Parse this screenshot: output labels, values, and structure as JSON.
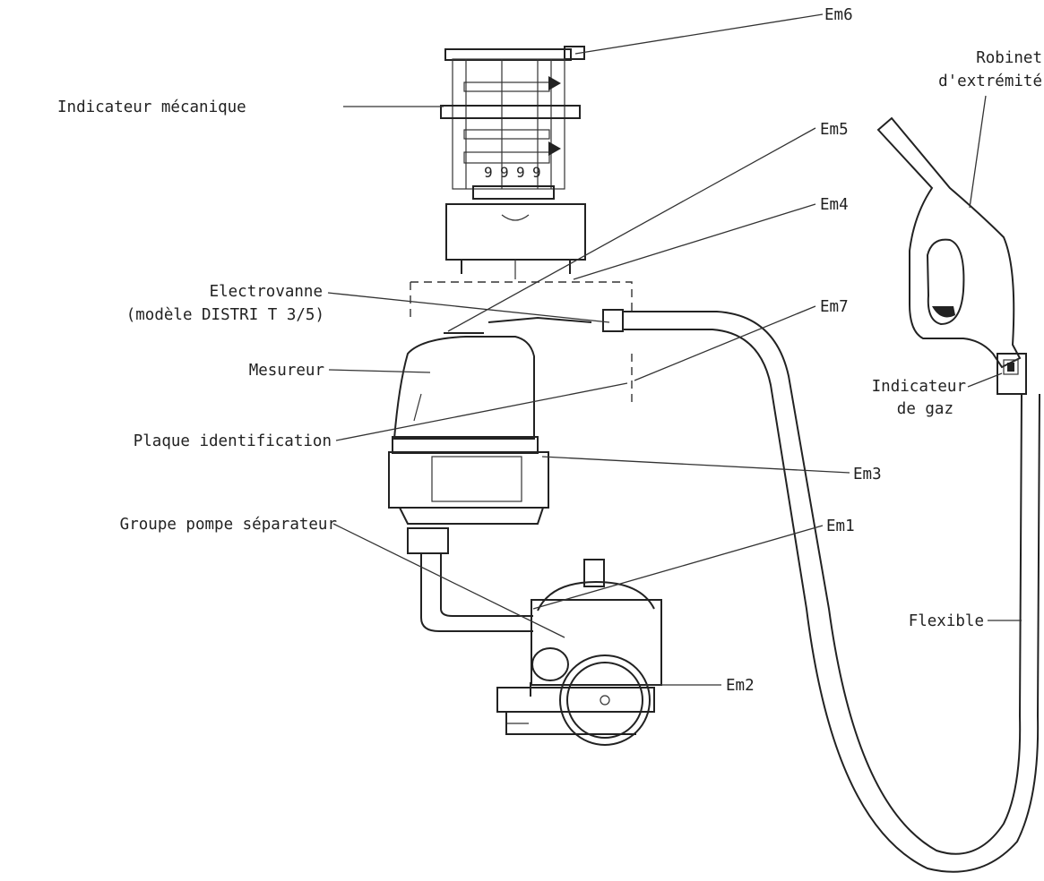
{
  "labels": {
    "em6": "Em6",
    "robinet_line1": "Robinet",
    "robinet_line2": "d'extrémité",
    "indicateur_mecanique": "Indicateur mécanique",
    "em5": "Em5",
    "em4": "Em4",
    "electrovanne_line1": "Electrovanne",
    "electrovanne_line2": "(modèle DISTRI T 3/5)",
    "em7": "Em7",
    "mesureur": "Mesureur",
    "indicateur_gaz_line1": "Indicateur",
    "indicateur_gaz_line2": "de gaz",
    "plaque": "Plaque identification",
    "em3": "Em3",
    "groupe_pompe": "Groupe pompe séparateur",
    "em1": "Em1",
    "flexible": "Flexible",
    "em2": "Em2"
  },
  "counter_digits": [
    "9",
    "9",
    "9",
    "9"
  ]
}
